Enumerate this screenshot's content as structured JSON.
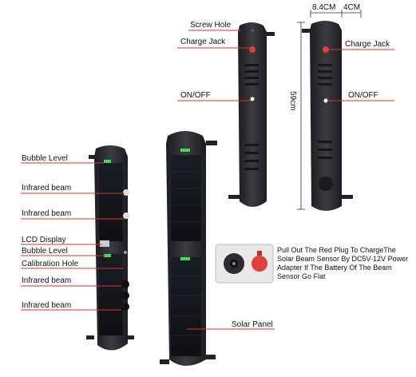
{
  "labels": {
    "bubble_level_1": "Bubble Level",
    "infrared_beam_1": "Infrared beam",
    "infrared_beam_2": "Infrared beam",
    "lcd_display": "LCD Display",
    "bubble_level_2": "Bubble Level",
    "calibration_hole": "Calibration Hole",
    "infrared_beam_3": "Infrared beam",
    "infrared_beam_4": "Infrared beam",
    "screw_hole": "Screw Hole",
    "charge_jack_left": "Charge Jack",
    "on_off_left": "ON/OFF",
    "charge_jack_right": "Charge Jack",
    "on_off_right": "ON/OFF",
    "solar_panel": "Solar Panel"
  },
  "dimensions": {
    "width_1": "8.4CM",
    "width_2": "4CM",
    "height": "59cm"
  },
  "note": "Pull Out The Red Plug To ChargeThe Solar Beam Sensor By DC5V-12V Power Adapter If The Battery Of The Beam Sensor Go Flat",
  "colors": {
    "label_line": "#d9342b",
    "plug_red": "#e0403a",
    "device_body": "#2b2d31",
    "indicator_green": "#3ddc5a"
  }
}
